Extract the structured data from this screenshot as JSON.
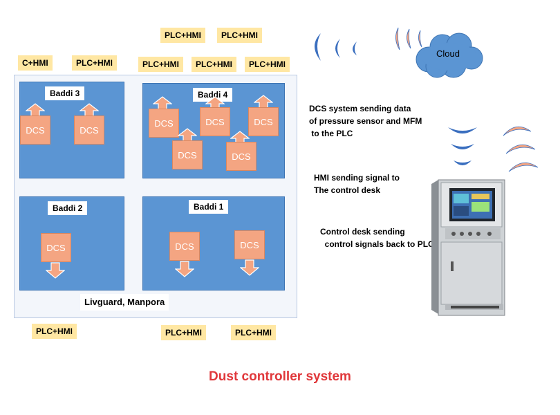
{
  "plc_tags": [
    {
      "id": "t1",
      "label": "PLC+HMI"
    },
    {
      "id": "t2",
      "label": "PLC+HMI"
    },
    {
      "id": "t3",
      "label": "C+HMI"
    },
    {
      "id": "t4",
      "label": "PLC+HMI"
    },
    {
      "id": "t5",
      "label": "PLC+HMI"
    },
    {
      "id": "t6",
      "label": "PLC+HMI"
    },
    {
      "id": "t7",
      "label": "PLC+HMI"
    },
    {
      "id": "t8",
      "label": "PLC+HMI"
    },
    {
      "id": "t9",
      "label": "PLC+HMI"
    },
    {
      "id": "t10",
      "label": "PLC+HMI"
    }
  ],
  "plants": {
    "baddi3": {
      "label": "Baddi 3",
      "dcs": [
        "DCS",
        "DCS"
      ]
    },
    "baddi4": {
      "label": "Baddi 4",
      "dcs": [
        "DCS",
        "DCS",
        "DCS",
        "DCS",
        "DCS"
      ]
    },
    "baddi2": {
      "label": "Baddi 2",
      "dcs": [
        "DCS"
      ]
    },
    "baddi1": {
      "label": "Baddi 1",
      "dcs": [
        "DCS",
        "DCS"
      ]
    }
  },
  "site_label": "Livguard, Manpora",
  "notes": {
    "dcs_note": "DCS system sending data\nof pressure sensor and MFM\n to the PLC",
    "hmi_note": "HMI sending signal to\nThe control desk",
    "control_note": "Control desk sending\n  control signals back to PLC"
  },
  "cloud_label": "Cloud",
  "title": "Dust controller system",
  "colors": {
    "plant_blue": "#5b95d3",
    "dcs_orange": "#f4a582",
    "tag_yellow": "#ffe7a3",
    "title_red": "#e0383b",
    "signal_blue": "#3b6fbf"
  }
}
